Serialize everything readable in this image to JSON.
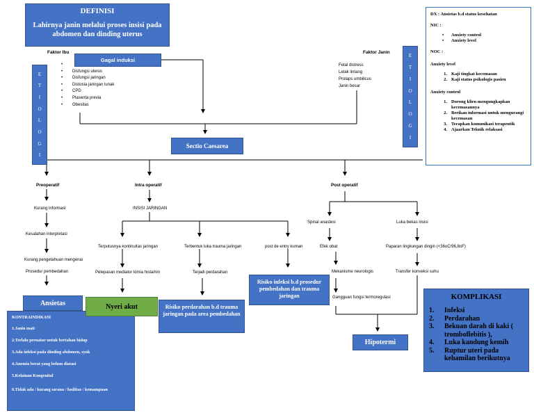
{
  "definisi": {
    "title": "DEFINISI",
    "body": "Lahirnya janin melalui proses insisi pada abdomen dan dinding uterus"
  },
  "faktor_ibu": {
    "label": "Faktor Ibu",
    "header": "Gagal induksi",
    "items": [
      "Disfungsi uterus",
      "Disfungsi jaringan",
      "Distosia jaringan lunak",
      "CPD",
      "Plasenta previa",
      "Obesitas"
    ]
  },
  "faktor_janin": {
    "label": "Faktor Janin",
    "items": [
      "Fetal distress",
      "Letak lintang",
      "Prolaps umbilicus",
      "Janin besar"
    ]
  },
  "etiologi_letters": [
    "E",
    "T",
    "I",
    "O",
    "L",
    "O",
    "G",
    "I"
  ],
  "sectio": "Sectio Caesarea",
  "dx": {
    "title": "DX : Ansietas b.d status kesehatan",
    "nic_label": "NIC :",
    "nic_items": [
      "Anxiety control",
      "Anxiety level"
    ],
    "noc_label": "NOC :",
    "anxiety_level_label": "Anxiety level",
    "anxiety_level_items": [
      "Kaji tingkat kecemasan",
      "Kaji status psikologis pasien"
    ],
    "anxiety_control_label": "Anxiety control",
    "anxiety_control_items": [
      "Dorong klien mengungkapkan kecemasannya",
      "Berikan informasi untuk mengurangi kecemasan",
      "Terapkan komunikasi terapeutik",
      "Ajaarkan Teknik relaksasi"
    ]
  },
  "preoperatif": {
    "label": "Preoperatif",
    "steps": [
      "Kurang informasi",
      "Kesalahan interpretasi",
      "Kurang pengetahuan mengenai",
      "Prosedur pembedahan"
    ],
    "result": "Ansietas"
  },
  "intra": {
    "label": "Intra operatif",
    "step": "INSISI JARINGAN",
    "branches": {
      "a1": "Terputusnya kontinuitas jaringan",
      "a2": "Pelepasan mediator kimia histamin",
      "a_result": "Nyeri akut",
      "b1": "Terbentuk luka trauma jaringan",
      "b2": "Terjadi perdarahan",
      "b_result": "Risiko perdarahan b.d trauma jaringan pada area pembedahan",
      "c1": "post de entry kuman",
      "c_result": "Risiko infeksi b.d prosedur pembedahan dan trauma jaringan"
    }
  },
  "post": {
    "label": "Post operatif",
    "spinal": "Spinal anastesi",
    "spinal_steps": [
      "Efek obat",
      "Mekanisme neurologis",
      "Gangguan fungsi termoregulasi"
    ],
    "luka": "Luka bekas insisi",
    "luka_steps": [
      "Paparan lingkungan dingin (<36oC/96,8oF)",
      "Transfer konveksi suhu"
    ],
    "result": "Hipotermi"
  },
  "kontraindikasi": {
    "title": "KONTRAINDIKASI",
    "items": [
      "1.Janin mati",
      "2.Terlalu prenatur untuk bertahan hidup",
      "3.Ada infeksi pada dinding abdomen, syok",
      "4.Anemia berat yang belum diatasi",
      "5.Kelainan Kongenital",
      "6.Tidak ada / kurang sarana / fasilitas / kemampuan"
    ]
  },
  "komplikasi": {
    "title": "KOMPLIKASI",
    "items": [
      {
        "n": "1.",
        "t": "Infeksi"
      },
      {
        "n": "2.",
        "t": "Perdarahan"
      },
      {
        "n": "3.",
        "t": "Bekuan darah di kaki ( tromboflebitis ),"
      },
      {
        "n": "4.",
        "t": "Luka kandung kemih"
      },
      {
        "n": "5.",
        "t": "Ruptur uteri pada kehamilan berikutnya"
      }
    ]
  },
  "colors": {
    "box_blue": "#4472c4",
    "box_border": "#2f528f",
    "green": "#70ad47"
  }
}
